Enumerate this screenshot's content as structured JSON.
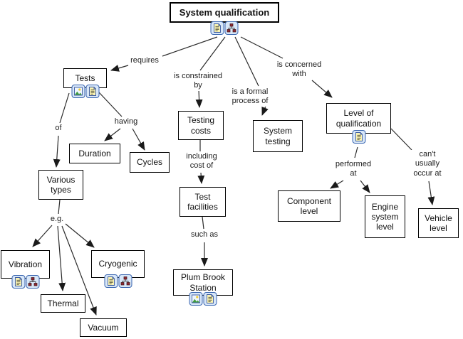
{
  "diagram": {
    "root": {
      "label": "System qualification",
      "icons": [
        "document-icon",
        "hierarchy-icon"
      ]
    },
    "nodes": {
      "tests": {
        "label": "Tests",
        "icons": [
          "image-icon",
          "document-icon"
        ]
      },
      "duration": {
        "label": "Duration",
        "icons": []
      },
      "cycles": {
        "label": "Cycles",
        "icons": []
      },
      "various_types": {
        "label": "Various types",
        "icons": []
      },
      "vibration": {
        "label": "Vibration",
        "icons": [
          "document-icon",
          "hierarchy-icon"
        ]
      },
      "thermal": {
        "label": "Thermal",
        "icons": []
      },
      "vacuum": {
        "label": "Vacuum",
        "icons": []
      },
      "cryogenic": {
        "label": "Cryogenic",
        "icons": [
          "document-icon",
          "hierarchy-icon"
        ]
      },
      "testing_costs": {
        "label": "Testing costs",
        "icons": []
      },
      "test_facilities": {
        "label": "Test facilities",
        "icons": []
      },
      "plum_brook_station": {
        "label": "Plum Brook Station",
        "icons": [
          "image-icon",
          "document-icon"
        ]
      },
      "system_testing": {
        "label": "System testing",
        "icons": []
      },
      "level_of_qualification": {
        "label": "Level of qualification",
        "icons": [
          "document-icon"
        ]
      },
      "component_level": {
        "label": "Component level",
        "icons": []
      },
      "engine_system_level": {
        "label": "Engine system level",
        "icons": []
      },
      "vehicle_level": {
        "label": "Vehicle level",
        "icons": []
      }
    },
    "edge_labels": {
      "requires": "requires",
      "is_constrained_by": "is constrained by",
      "is_a_formal_process_of": "is a formal process of",
      "is_concerned_with": "is concerned with",
      "of": "of",
      "having": "having",
      "eg": "e.g.",
      "including_cost_of": "including cost of",
      "such_as": "such as",
      "performed_at": "performed at",
      "cant_usually_occur_at": "can't usually occur at"
    },
    "edges": [
      {
        "from": "System qualification",
        "label": "requires",
        "to": [
          "Tests"
        ]
      },
      {
        "from": "System qualification",
        "label": "is constrained by",
        "to": [
          "Testing costs"
        ]
      },
      {
        "from": "System qualification",
        "label": "is a formal process of",
        "to": [
          "System testing"
        ]
      },
      {
        "from": "System qualification",
        "label": "is concerned with",
        "to": [
          "Level of qualification"
        ]
      },
      {
        "from": "Tests",
        "label": "of",
        "to": [
          "Various types"
        ]
      },
      {
        "from": "Tests",
        "label": "having",
        "to": [
          "Duration",
          "Cycles"
        ]
      },
      {
        "from": "Various types",
        "label": "e.g.",
        "to": [
          "Vibration",
          "Thermal",
          "Vacuum",
          "Cryogenic"
        ]
      },
      {
        "from": "Testing costs",
        "label": "including cost of",
        "to": [
          "Test facilities"
        ]
      },
      {
        "from": "Test facilities",
        "label": "such as",
        "to": [
          "Plum Brook Station"
        ]
      },
      {
        "from": "Level of qualification",
        "label": "performed at",
        "to": [
          "Component level",
          "Engine system level"
        ]
      },
      {
        "from": "Level of qualification",
        "label": "can't usually occur at",
        "to": [
          "Vehicle level"
        ]
      }
    ],
    "colors": {
      "node_border": "#000000",
      "node_background": "#ffffff",
      "line": "#2b2b2b",
      "icon_background": "#d8e7f8",
      "icon_border": "#3a66b0",
      "paper_fill": "#faf4b4",
      "tree_node_fill": "#8c2a33",
      "hill_fill": "#3f9b3f",
      "sun_fill": "#f2cf3a"
    }
  }
}
